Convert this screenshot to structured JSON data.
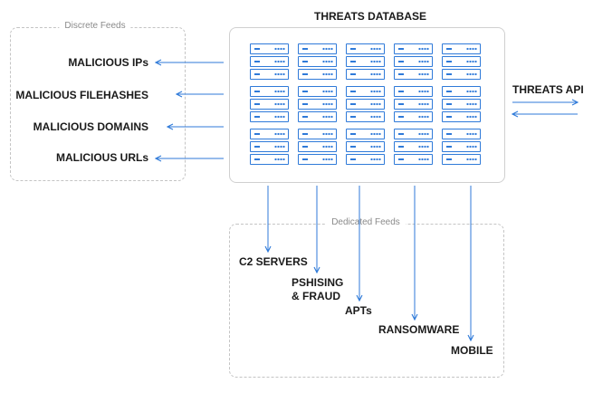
{
  "title": "THREATS DATABASE",
  "discrete_feeds": {
    "label": "Discrete Feeds",
    "items": [
      "MALICIOUS IPs",
      "MALICIOUS FILEHASHES",
      "MALICIOUS DOMAINS",
      "MALICIOUS URLs"
    ]
  },
  "api": {
    "label": "THREATS API"
  },
  "dedicated_feeds": {
    "label": "Dedicated Feeds",
    "items": [
      "C2 SERVERS",
      "PSHISING\n& FRAUD",
      "APTs",
      "RANSOMWARE",
      "MOBILE"
    ]
  },
  "colors": {
    "accent": "#2f7ad9",
    "text": "#1a1a1a",
    "muted": "#8a8a8a",
    "border": "#c4c4c4"
  },
  "icons": {
    "server": "server-rack-icon"
  },
  "server_grid": {
    "rows": 3,
    "cols": 5
  }
}
